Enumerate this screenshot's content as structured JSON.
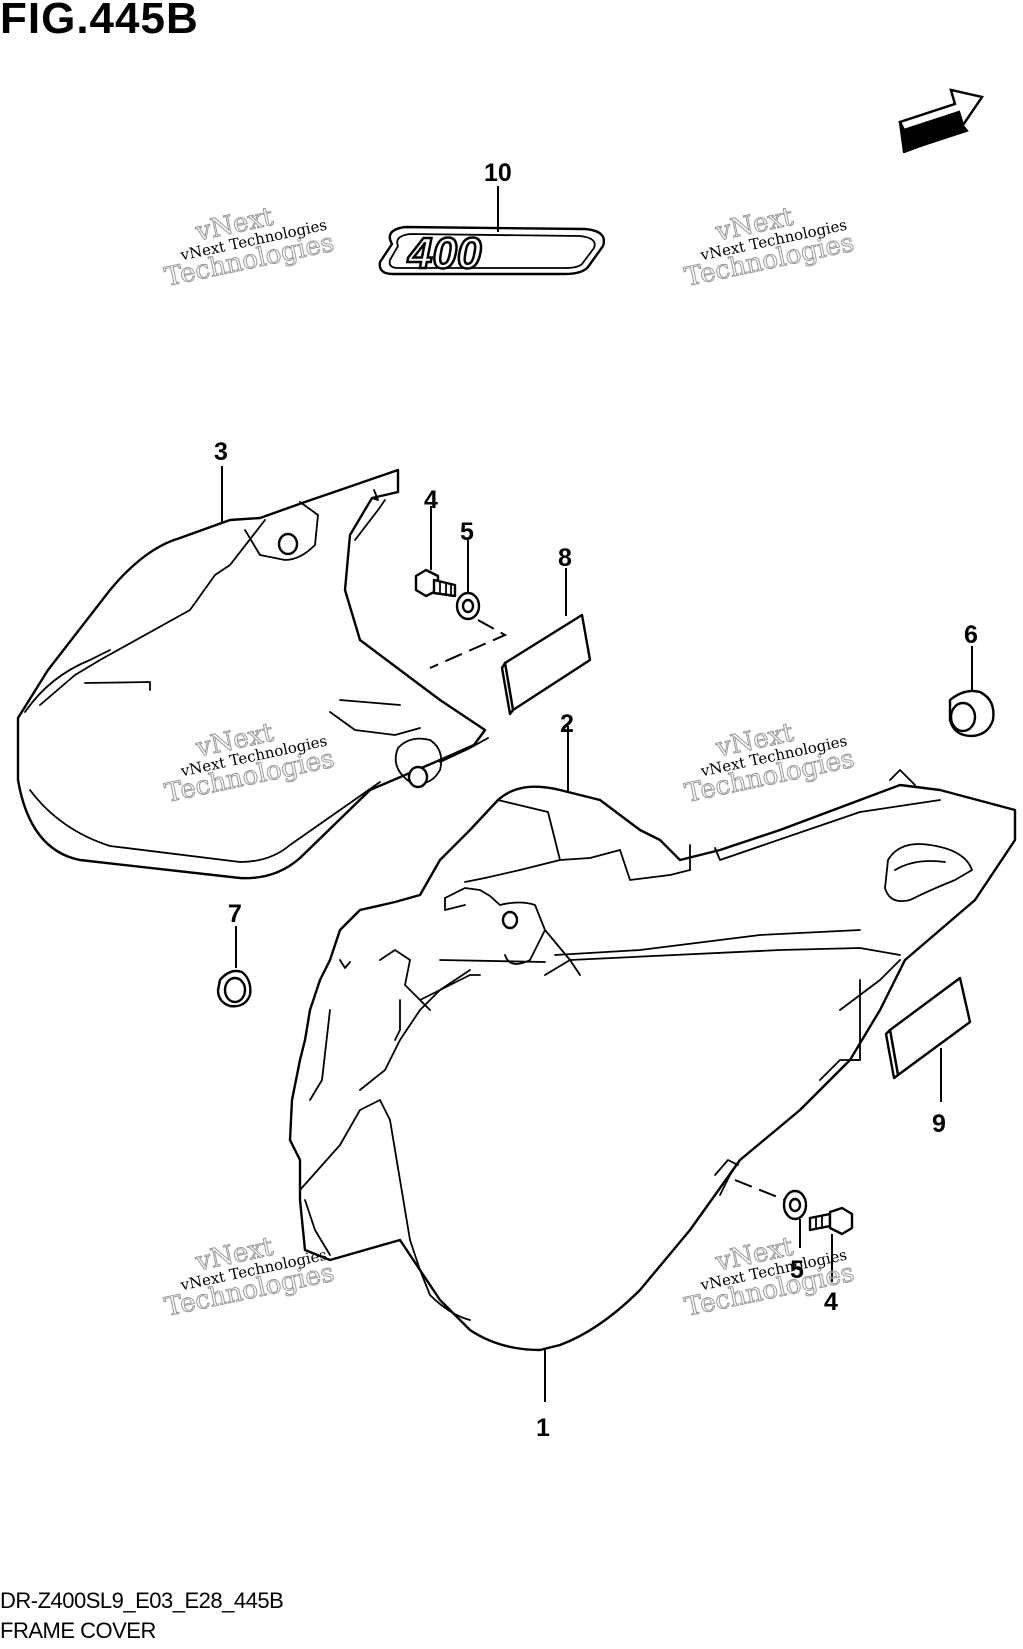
{
  "figure": {
    "title": "FIG.445B",
    "code": "DR-Z400SL9_E03_E28_445B",
    "name": "FRAME COVER"
  },
  "direction_label": "FWD",
  "badge_text": "400",
  "callouts": [
    {
      "id": "c10",
      "label": "10"
    },
    {
      "id": "c3",
      "label": "3"
    },
    {
      "id": "c4a",
      "label": "4"
    },
    {
      "id": "c5a",
      "label": "5"
    },
    {
      "id": "c8",
      "label": "8"
    },
    {
      "id": "c6",
      "label": "6"
    },
    {
      "id": "c2",
      "label": "2"
    },
    {
      "id": "c7",
      "label": "7"
    },
    {
      "id": "c9",
      "label": "9"
    },
    {
      "id": "c5b",
      "label": "5"
    },
    {
      "id": "c4b",
      "label": "4"
    },
    {
      "id": "c1",
      "label": "1"
    }
  ],
  "watermark": {
    "line1": "vNext Technologies",
    "line2": "vNext",
    "line3": "Technologies"
  }
}
